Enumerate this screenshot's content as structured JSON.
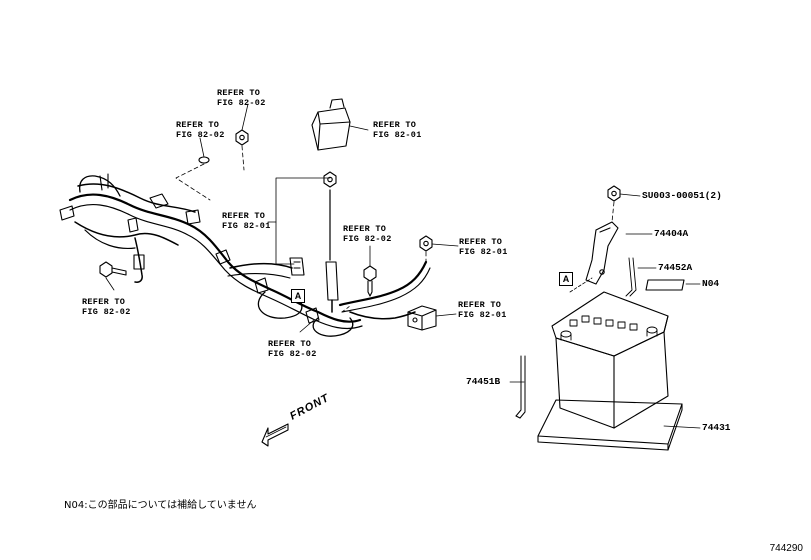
{
  "callouts": {
    "refer_top_nut": "REFER TO\nFIG 82-02",
    "refer_washer": "REFER TO\nFIG 82-02",
    "refer_relay": "REFER TO\nFIG 82-01",
    "refer_harness": "REFER TO\nFIG 82-01",
    "refer_screw": "REFER TO\nFIG 82-02",
    "refer_terminal": "REFER TO\nFIG 82-01",
    "refer_left_bolt": "REFER TO\nFIG 82-02",
    "refer_clamp": "REFER TO\nFIG 82-01",
    "refer_bottom": "REFER TO\nFIG 82-02"
  },
  "parts": {
    "nut": "SU003-00051(2)",
    "clamp": "74404A",
    "rod": "74452A",
    "n04": "N04",
    "bolt": "74451B",
    "tray": "74431"
  },
  "marker_a": "A",
  "front_label": "FRONT",
  "footnote": "N04:この部品については補給していません",
  "illustration_number": "744290"
}
